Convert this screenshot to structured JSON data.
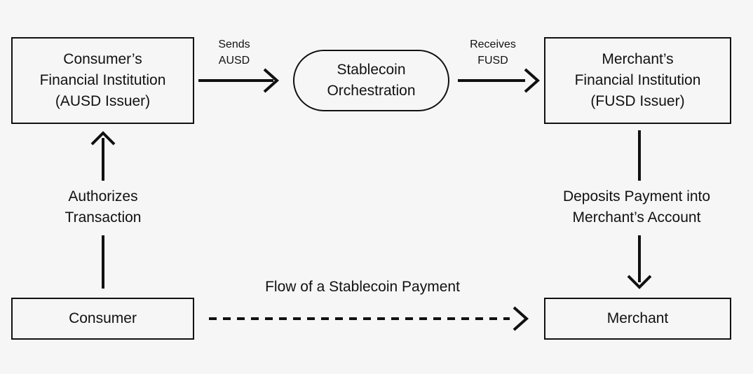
{
  "colors": {
    "background": "#f6f6f6",
    "line": "#111111",
    "text": "#111111"
  },
  "nodes": {
    "consumer_fi": {
      "lines": [
        "Consumer’s",
        "Financial Institution",
        "(AUSD Issuer)"
      ]
    },
    "orchestration": {
      "lines": [
        "Stablecoin",
        "Orchestration"
      ]
    },
    "merchant_fi": {
      "lines": [
        "Merchant’s",
        "Financial Institution",
        "(FUSD Issuer)"
      ]
    },
    "consumer": {
      "label": "Consumer"
    },
    "merchant": {
      "label": "Merchant"
    }
  },
  "edges": {
    "sends": {
      "lines": [
        "Sends",
        "AUSD"
      ]
    },
    "receives": {
      "lines": [
        "Receives",
        "FUSD"
      ]
    },
    "authorizes": {
      "lines": [
        "Authorizes",
        "Transaction"
      ]
    },
    "deposits": {
      "lines": [
        "Deposits Payment into",
        "Merchant’s Account"
      ]
    },
    "flow": {
      "label": "Flow of a Stablecoin Payment"
    }
  }
}
